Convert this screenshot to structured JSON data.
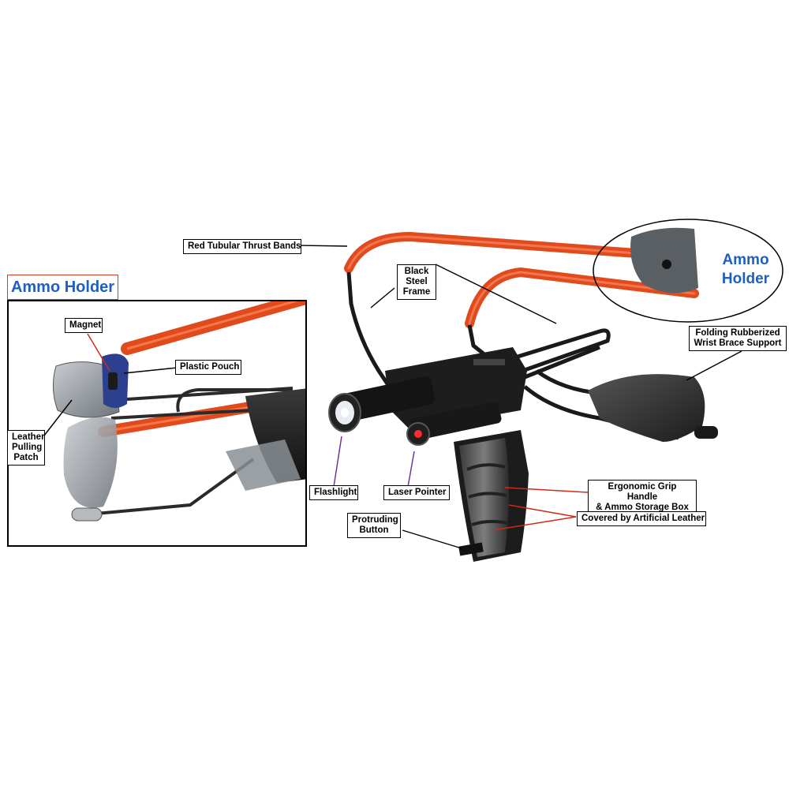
{
  "inset": {
    "title": "Ammo Holder",
    "labels": {
      "magnet": "Magnet",
      "plastic_pouch": "Plastic Pouch",
      "leather_pulling_patch": "Leather\nPulling\nPatch"
    }
  },
  "product": {
    "ammo_holder_title": "Ammo\nHolder",
    "labels": {
      "red_tubular_thrust_bands": "Red Tubular Thrust Bands",
      "black_steel_frame": "Black\nSteel\nFrame",
      "folding_wrist_brace": "Folding Rubberized\nWrist Brace Support",
      "flashlight": "Flashlight",
      "laser_pointer": "Laser Pointer",
      "ergonomic_grip": "Ergonomic Grip Handle\n& Ammo Storage Box",
      "artificial_leather": "Covered by Artificial Leather",
      "protruding_button": "Protruding\nButton"
    }
  },
  "colors": {
    "band_red": "#e04a1c",
    "title_blue": "#1f5fbf",
    "inset_border_red": "#d83a2a",
    "frame_black": "#1a1a1a",
    "grip_gray": "#6b6b6b",
    "leader_black": "#000000",
    "leader_red": "#d02a1a",
    "leader_purple": "#6b2a9a"
  }
}
